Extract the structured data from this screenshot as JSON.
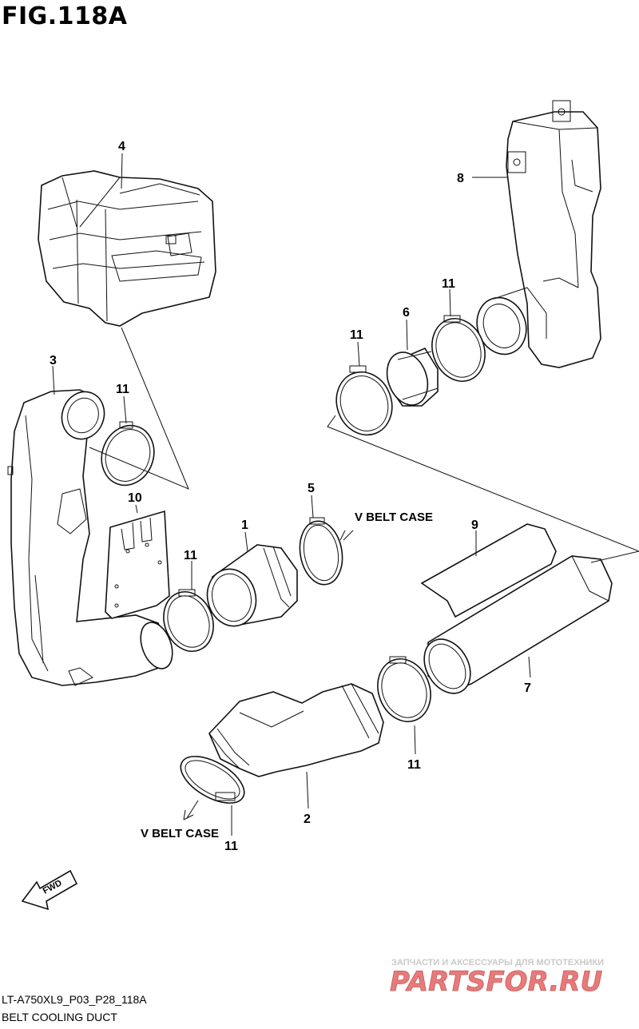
{
  "figure": {
    "title": "FIG.118A",
    "code": "LT-A750XL9_P03_P28_118A",
    "name": "BELT COOLING DUCT"
  },
  "callouts": [
    {
      "id": "c-4",
      "label": "4"
    },
    {
      "id": "c-8",
      "label": "8"
    },
    {
      "id": "c-3",
      "label": "3"
    },
    {
      "id": "c-11-a",
      "label": "11"
    },
    {
      "id": "c-11-b",
      "label": "11"
    },
    {
      "id": "c-6",
      "label": "6"
    },
    {
      "id": "c-11-c",
      "label": "11"
    },
    {
      "id": "c-10",
      "label": "10"
    },
    {
      "id": "c-5",
      "label": "5"
    },
    {
      "id": "c-1",
      "label": "1"
    },
    {
      "id": "c-9",
      "label": "9"
    },
    {
      "id": "c-11-d",
      "label": "11"
    },
    {
      "id": "c-7",
      "label": "7"
    },
    {
      "id": "c-11-e",
      "label": "11"
    },
    {
      "id": "c-2",
      "label": "2"
    },
    {
      "id": "c-11-f",
      "label": "11"
    }
  ],
  "notes": {
    "vbelt_upper": "V BELT CASE",
    "vbelt_lower": "V BELT CASE",
    "fwd": "FWD"
  },
  "watermark": {
    "tagline": "ЗАПЧАСТИ И АКСЕССУАРЫ ДЛЯ МОТОТЕХНИКИ",
    "brand": "PARTSFOR.RU",
    "brand_color": "#e87a7a"
  }
}
